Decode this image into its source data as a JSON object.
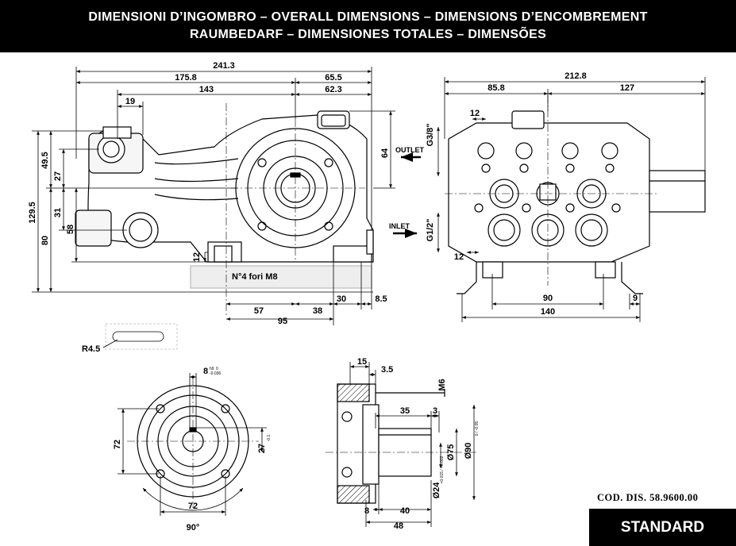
{
  "header": {
    "line1": "DIMENSIONI D’INGOMBRO – OVERALL DIMENSIONS – DIMENSIONS D’ENCOMBREMENT",
    "line2": "RAUMBEDARF – DIMENSIONES TOTALES – DIMENSÕES"
  },
  "side_view": {
    "d_241_3": "241.3",
    "d_175_8": "175.8",
    "d_65_5": "65.5",
    "d_143": "143",
    "d_62_3": "62.3",
    "d_19": "19",
    "d_64": "64",
    "d_49_5": "49.5",
    "d_27": "27",
    "d_31": "31",
    "d_58": "58",
    "d_80": "80",
    "d_129_5": "129.5",
    "d_12": "12",
    "holes": "N°4 fori M8",
    "d_57": "57",
    "d_38": "38",
    "d_30": "30",
    "d_8_5": "8.5",
    "d_95": "95",
    "radius": "R4.5"
  },
  "front_view": {
    "d_212_8": "212.8",
    "d_85_8": "85.8",
    "d_127": "127",
    "d_12a": "12",
    "d_12b": "12",
    "outlet": "OUTLET",
    "inlet": "INLET",
    "outlet_thread": "G3/8\"",
    "inlet_thread": "G1/2\"",
    "d_90": "90",
    "d_9": "9",
    "d_140": "140"
  },
  "flange_view": {
    "key": "8",
    "key_tol_top": "h9",
    "key_tol_bottom": "-0.036",
    "key_tol_zero": "0",
    "d_27": "27",
    "d_27_tol": "-0.1",
    "d_72_v": "72",
    "d_72_h": "72",
    "angle": "90°"
  },
  "shaft_view": {
    "d_15": "15",
    "d_3_5": "3.5",
    "thread": "M6",
    "d_35": "35",
    "d_3": "3",
    "dia_75": "Ø75",
    "dia_90": "Ø90",
    "dia_90_tol": "0 / -0.05",
    "dia_24": "Ø24",
    "dia_24_tol": "+0.015 / +0.002",
    "d_8": "8",
    "d_40": "40",
    "d_48": "48"
  },
  "footer": {
    "code": "COD. DIS. 58.9600.00",
    "standard": "STANDARD"
  }
}
